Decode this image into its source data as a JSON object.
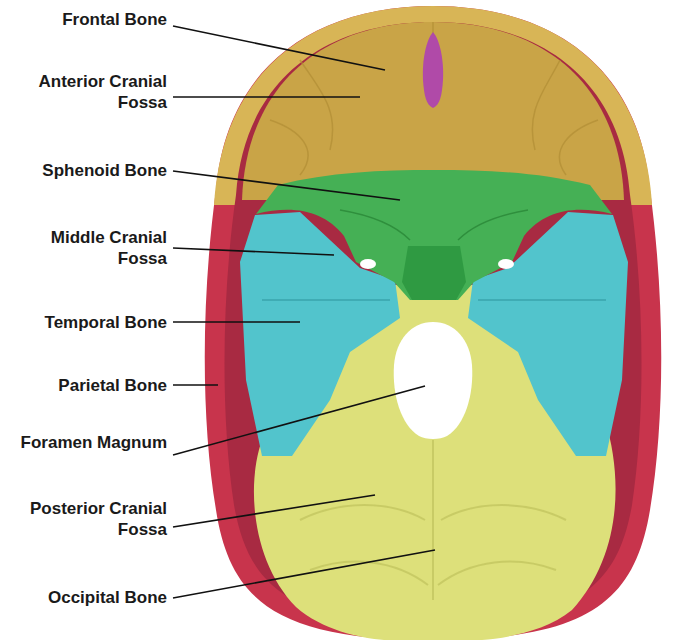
{
  "diagram": {
    "labels": [
      "Frontal Bone",
      "Anterior Cranial Fossa",
      "Sphenoid Bone",
      "Middle Cranial Fossa",
      "Temporal Bone",
      "Parietal Bone",
      "Foramen Magnum",
      "Posterior Cranial Fossa",
      "Occipital Bone"
    ]
  }
}
